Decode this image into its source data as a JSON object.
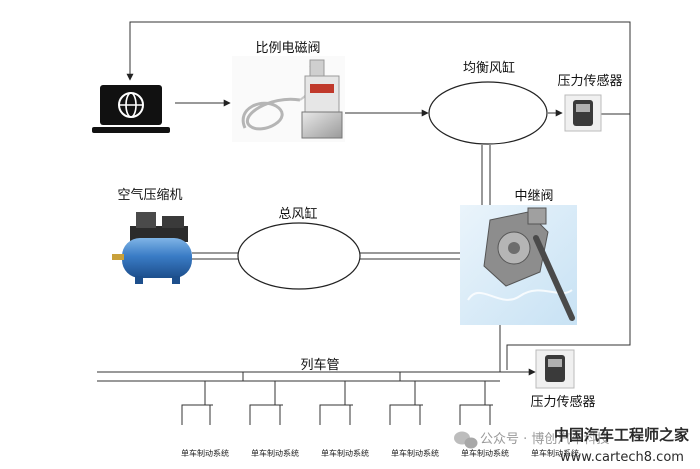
{
  "labels": {
    "proportional_valve": "比例电磁阀",
    "equalizing_reservoir": "均衡风缸",
    "pressure_sensor_top": "压力传感器",
    "air_compressor": "空气压缩机",
    "main_reservoir": "总风缸",
    "relay_valve": "中继阀",
    "train_pipe": "列车管",
    "pressure_sensor_bottom": "压力传感器"
  },
  "car_brake_label": "单车制动系统",
  "car_brake_systems": [
    "单车制动系统",
    "单车制动系统",
    "单车制动系统",
    "单车制动系统",
    "单车制动系统",
    "单车制动系统"
  ],
  "watermark": {
    "account": "公众号 · 博创汽车科技",
    "site_name": "中国汽车工程师之家",
    "url": "www.cartech8.com"
  },
  "icons": [
    "laptop-globe-icon",
    "wechat-icon"
  ]
}
